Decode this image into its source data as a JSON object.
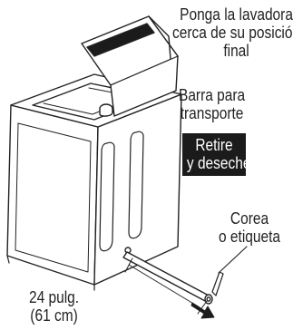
{
  "labels": {
    "move_instruction": [
      "Ponga la lavadora",
      "cerca de su posición",
      "final"
    ],
    "shipping_bar": [
      "Barra para",
      "transporte"
    ],
    "remove_discard": [
      "Retire",
      "y deseche"
    ],
    "strap_or_tag": [
      "Corea",
      "o etiqueta"
    ],
    "distance": [
      "24 pulg.",
      "(61 cm)"
    ]
  }
}
